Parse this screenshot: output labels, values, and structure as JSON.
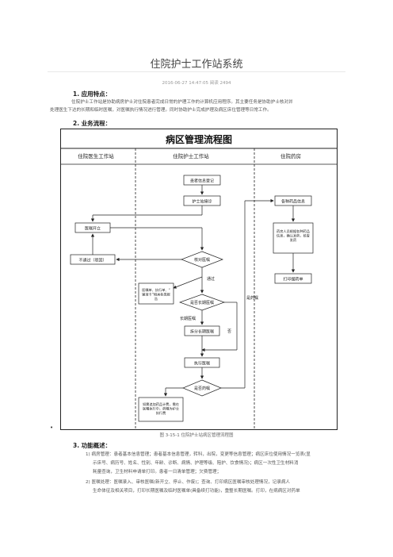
{
  "doc": {
    "title": "住院护士工作站系统",
    "meta": "2016-06-27 14:47:05 阅读 2494",
    "sections": [
      {
        "heading": "1.    应用特点：",
        "lines": [
          "住院护士工作站是协助病房护士对住院患者完成日常的护理工作的计算机应用程序。其主要任务是协助护士核对并",
          "处理医生下达的长期和临时医嘱，对医嘱执行情况进行管理。同时协助护士完成护理及病区床位管理等日常工作。"
        ]
      },
      {
        "heading": "2.   业务流程："
      },
      {
        "heading": "3.   功能概述：",
        "lines": [
          "1)  病房管理：患者基本信息管理；患者基本信息管理，转科，出院，变更等信息管理；病区床位使用情况一览表(显",
          "示床号、病历号、姓名、性别、年龄、诊断、病情、护理等级、陪护、饮食情况)；病区一次性卫生材料消",
          "耗量查询，卫生材料申请单打印。患者一日清单管理；欠费管理；",
          "2)  医嘱处理：医嘱录入、审核医嘱(新开立、停止、作废)；查询、打印病区医嘱审核处理情况，记录病人",
          "生命体征及相关项目，打印长期医嘱及临时医嘱单(具备续打功能)，重整长期医嘱。打印，在病病区对药单"
        ]
      }
    ],
    "bullet": "•",
    "caption": "图 3-15-1 住院护士站病区管理流程图"
  },
  "flowchart": {
    "title": "病区管理流程图",
    "columns": [
      "住院医生工作站",
      "住院护士工作站",
      "住院药房"
    ],
    "boxes": {
      "register": "患者信息登记",
      "nurse": "护士站接诊",
      "doc_order": "医嘱开立",
      "pharm_recv": "各种药品信息",
      "pharm_send": "药房人员根据各种药品信息，确认发药，核查发药",
      "print": "打印摆药单",
      "reject": "不通过（驳回）",
      "check": "核对医嘱",
      "note": "医嘱单、执行单、“输液卡”相关各类报告",
      "longterm": "是否长期医嘱",
      "split": "拆分长期医嘱",
      "exec": "执行医嘱",
      "drug": "是否药嘱",
      "final": "如需追加药品计费，需在医嘱执行中，药嘱为护士执行费"
    },
    "labels": {
      "pass": "通过",
      "yes_long": "长期医嘱",
      "no": "否",
      "is_drug": "是药嘱"
    }
  }
}
